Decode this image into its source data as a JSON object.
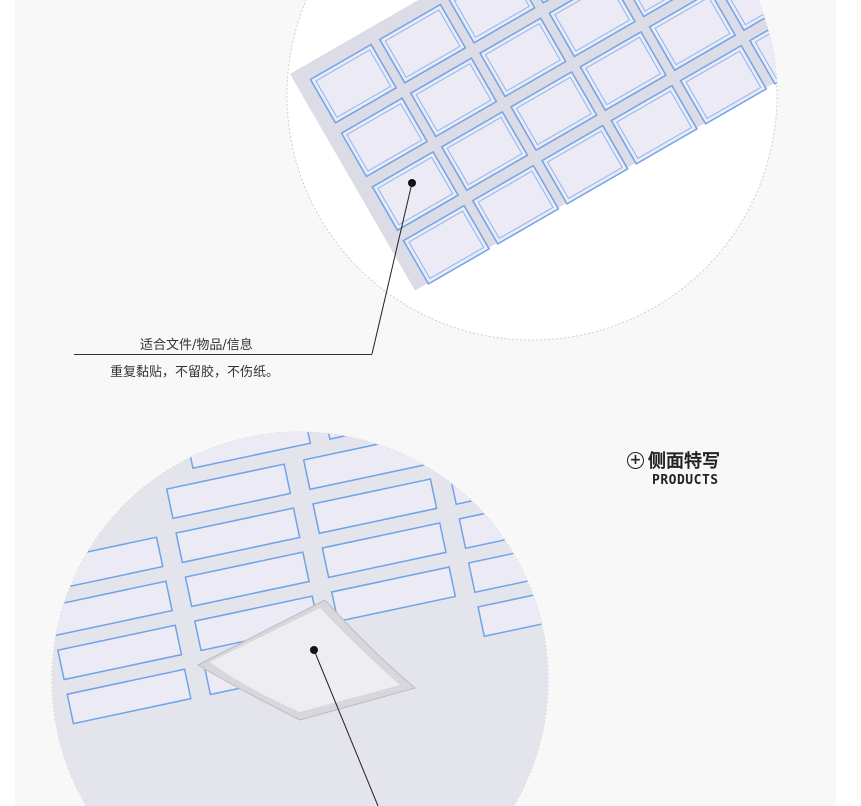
{
  "callout_top": {
    "title": "适合文件/物品/信息",
    "subtitle": "重复黏贴，不留胶，不伤纸。"
  },
  "section": {
    "icon": "plus-circle-icon",
    "title": "侧面特写",
    "subtitle": "PRODUCTS"
  },
  "colors": {
    "panel": "#f8f8f8",
    "sticker_border": "#6fa3ea",
    "sticker_fill": "#ecebf5"
  }
}
